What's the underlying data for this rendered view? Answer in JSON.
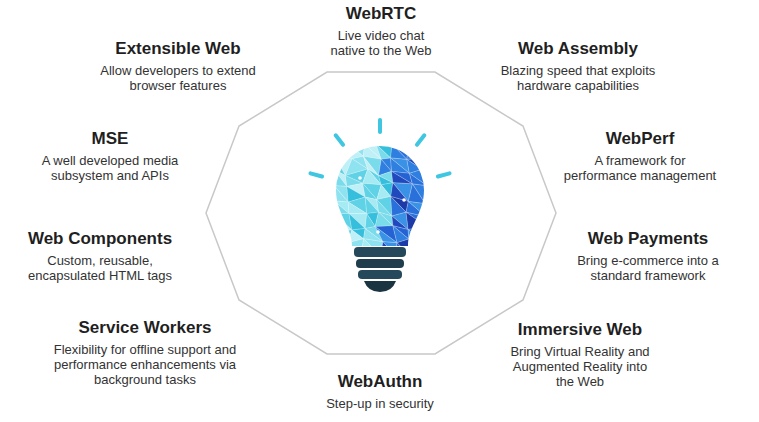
{
  "diagram": {
    "labels": [
      "WebRTC",
      "Live video chat native to the Web",
      "Extensible Web",
      "Allow developers to extend browser features",
      "Web Assembly",
      "Blazing speed that exploits hardware capabilities",
      "MSE",
      "A well developed media subsystem and APIs",
      "WebPerf",
      "A framework for performance management",
      "Web Components",
      "Custom, reusable, encapsulated HTML tags",
      "Web Payments",
      "Bring e-commerce into a standard framework",
      "Service Workers",
      "Flexibility for offline support and performance enhancements via background tasks",
      "Immersive Web",
      "Bring Virtual Reality and Augmented Reality into the Web",
      "WebAuthn",
      "Step-up in security"
    ]
  }
}
